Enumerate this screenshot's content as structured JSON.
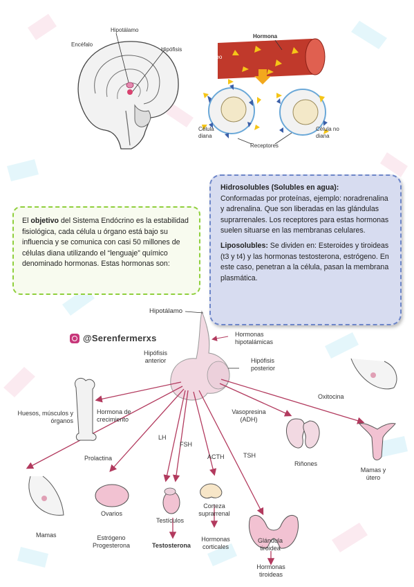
{
  "top_left_figure": {
    "labels": {
      "brain": "Encéfalo",
      "hypothalamus": "Hipotálamo",
      "pituitary": "Hipófisis"
    }
  },
  "top_right_figure": {
    "labels": {
      "hormone": "Hormona",
      "bloodstream": "Torrente sanguíneo",
      "target_cell": "Célula diana",
      "receptors": "Receptores",
      "non_target_cell": "Célula no diana"
    }
  },
  "objective_box": {
    "prefix": "El ",
    "bold": "objetivo",
    "text": " del Sistema Endócrino es la estabilidad fisiológica, cada célula u órgano está bajo su influencia y se comunica con casi 50 millones de células diana utilizando el “lenguaje” químico denominado hormonas. Estas hormonas son:"
  },
  "hormone_types_box": {
    "hydro_title": "Hidrosolubles (Solubles en agua):",
    "hydro_text": "Conformadas por proteínas, ejemplo: noradrenalina y adrenalina. Que son liberadas en las glándulas suprarrenales. Los receptores para estas hormonas suelen situarse en las membranas celulares.",
    "lipo_title": "Liposolubles:",
    "lipo_text": " Se dividen en: Esteroides y tiroideas (t3 y t4) y las hormonas testosterona, estrógeno. En este caso, penetran a la célula, pasan la membrana plasmática."
  },
  "instagram": {
    "handle": "@Serenfermerxs"
  },
  "pituitary_diagram": {
    "hypothalamus": "Hipotálamo",
    "hypothalamic_hormones": "Hormonas hipotalámicas",
    "anterior": "Hipófisis anterior",
    "posterior": "Hipófisis posterior",
    "oxytocin": "Oxitocina",
    "vasopressin": "Vasopresina (ADH)",
    "kidneys": "Riñones",
    "breasts_uterus": "Mamas y útero",
    "bones": "Huesos, músculos y órganos",
    "growth_hormone": "Hormona de crecimiento",
    "lh": "LH",
    "fsh": "FSH",
    "acth": "ACTH",
    "tsh": "TSH",
    "prolactin": "Prolactina",
    "breasts": "Mamas",
    "ovaries": "Ovarios",
    "ovary_hormones": "Estrógeno Progesterona",
    "testes": "Testículos",
    "testosterone": "Testosterona",
    "adrenal_cortex": "Corteza suprarrenal",
    "cortical_hormones": "Hormonas corticales",
    "thyroid": "Glándula tiroidea",
    "thyroid_hormones": "Hormonas tiroideas"
  },
  "colors": {
    "arrow": "#b23a5e",
    "green_border": "#8fcf3c",
    "blue_border": "#6d86c9",
    "blood": "#c0392b"
  }
}
